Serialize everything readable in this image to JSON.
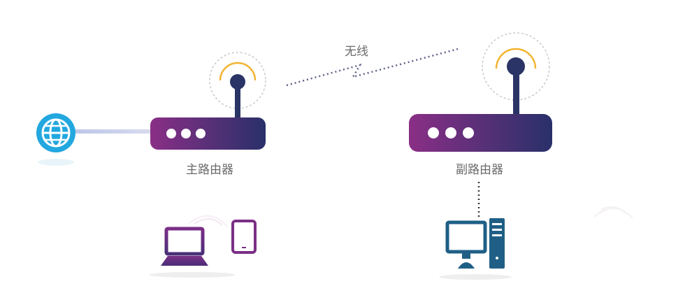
{
  "labels": {
    "wireless": "无线",
    "main_router": "主路由器",
    "secondary_router": "副路由器"
  },
  "icons": {
    "internet": "globe-icon",
    "main_router": "router-icon",
    "secondary_router": "router-icon",
    "laptop": "laptop-icon",
    "tablet": "tablet-icon",
    "desktop": "desktop-computer-icon"
  },
  "colors": {
    "router_gradient_start": "#8a2f86",
    "router_gradient_end": "#29306a",
    "antenna": "#2a3466",
    "signal_arc": "#f2b431",
    "globe": "#22a8df",
    "wired_link": "#c6cde8",
    "wireless_link": "#5c6088",
    "computer": "#1f5f86",
    "label_text": "#6a6a6a"
  }
}
